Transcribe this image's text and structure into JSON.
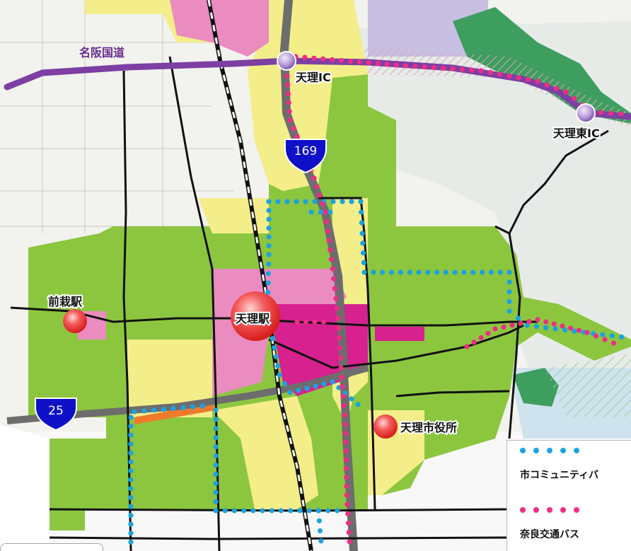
{
  "map": {
    "labels": {
      "route_meihan": "名阪国道",
      "tenri_ic": "天理IC",
      "tenri_east_ic": "天理東IC",
      "maesai_station": "前栽駅",
      "tenri_station": "天理駅",
      "city_hall": "天理市役所"
    },
    "route_shields": {
      "north_south": "169",
      "west": "25"
    }
  },
  "legend": {
    "items": [
      {
        "label": "市コミュニティバ",
        "dot_color": "#1aa3e0"
      },
      {
        "label": "奈良交通バス",
        "dot_color": "#ee2d85"
      }
    ]
  },
  "colors": {
    "residential_green": "#8cc63f",
    "residential_yellow": "#f3ee8a",
    "commercial_pink": "#ea8cc0",
    "commercial_magenta": "#d6218e",
    "industrial_purple": "#bdb6da",
    "forest_green": "#3a9a5c",
    "hill_background": "#eaeeea",
    "expressway_purple": "#7d3fa3",
    "route_gray": "#6d6d6d",
    "road_black": "#111111",
    "community_bus": "#1aa3e0",
    "nara_kotsu_bus": "#ee2d85",
    "station_red": "#ee3333",
    "shield_blue": "#1010c8"
  }
}
